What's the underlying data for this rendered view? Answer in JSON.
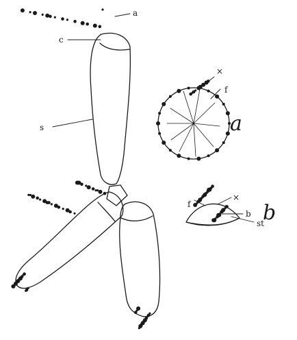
{
  "figure": {
    "labels": {
      "top_tuft": "a",
      "cap": "c",
      "segment": "s",
      "detail_a": "a",
      "detail_b": "b",
      "x_a": "×",
      "f_a": "f",
      "x_b": "×",
      "f_b": "f",
      "b_small": "b",
      "st": "st"
    }
  },
  "colors": {
    "ink": "#1a1a1a",
    "paper": "#ffffff"
  }
}
